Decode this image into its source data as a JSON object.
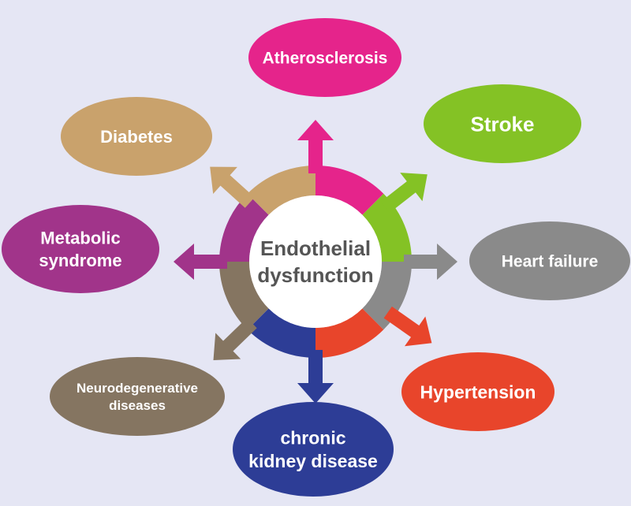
{
  "center": {
    "line1": "Endothelial",
    "line2": "dysfunction",
    "fill": "#ffffff",
    "text_color": "#555555"
  },
  "nodes": [
    {
      "key": "atherosclerosis",
      "lines": [
        "Atherosclerosis"
      ],
      "color": "#e5248b"
    },
    {
      "key": "stroke",
      "lines": [
        "Stroke"
      ],
      "color": "#84c225"
    },
    {
      "key": "heart-failure",
      "lines": [
        "Heart failure"
      ],
      "color": "#8a8a8a"
    },
    {
      "key": "hypertension",
      "lines": [
        "Hypertension"
      ],
      "color": "#e8452b"
    },
    {
      "key": "chronic-kidney-disease",
      "lines": [
        "chronic",
        "kidney disease"
      ],
      "color": "#2d3d96"
    },
    {
      "key": "neurodegenerative-diseases",
      "lines": [
        "Neurodegenerative",
        "diseases"
      ],
      "color": "#857561"
    },
    {
      "key": "metabolic-syndrome",
      "lines": [
        "Metabolic",
        "syndrome"
      ],
      "color": "#a1348a"
    },
    {
      "key": "diabetes",
      "lines": [
        "Diabetes"
      ],
      "color": "#c9a26c"
    }
  ],
  "text_color": "#ffffff",
  "background": "#e5e6f4"
}
